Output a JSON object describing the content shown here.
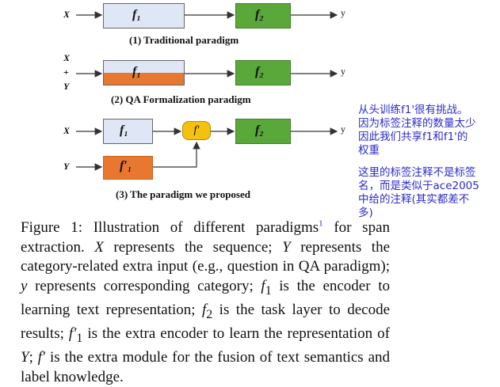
{
  "diagram": {
    "labels": {
      "X": "X",
      "plus": "+",
      "Y": "Y",
      "y": "y"
    },
    "boxes": {
      "f1": "f₁",
      "f2": "f₂",
      "f1prime": "f′₁",
      "fprime": "f′"
    },
    "captions": [
      "(1) Traditional paradigm",
      "(2) QA Formalization paradigm",
      "(3) The paradigm we proposed"
    ],
    "colors": {
      "f1_fill": "#dfe6f5",
      "f2_fill": "#5aa83a",
      "orange": "#e8782f",
      "fprime_fill": "#f4c20d",
      "note_text": "#2c2ccc"
    }
  },
  "annotations": {
    "note1": "从头训练f1'很有挑战。\n因为标签注释的数量太少\n因此我们共享f1和f1'的\n权重",
    "note2": "这里的标签注释不是标签\n名，而是类似于ace2005\n中给的注释(其实都差不\n多)"
  },
  "figure_caption": {
    "prefix": "Figure 1: Illustration of different paradigms",
    "footnote_mark": "1",
    "after_footnote": " for span extraction. ",
    "X1": "X",
    "t2": " represents the sequence; ",
    "Y1": "Y",
    "t3": " represents the category-related extra input (e.g., question in QA paradigm); ",
    "y1": "y",
    "t4": " represents corresponding category; ",
    "f1": "f",
    "f1sub": "1",
    "t5": " is the encoder to learning text representation; ",
    "f2": "f",
    "f2sub": "2",
    "t6": " is the task layer to decode results; ",
    "f1p": "f′",
    "f1psub": "1",
    "t7": " is the extra encoder to learn the representation of ",
    "Y2": "Y",
    "t8": "; ",
    "fp": "f′",
    "t9": " is the extra module for the fusion of text semantics and label knowledge."
  }
}
